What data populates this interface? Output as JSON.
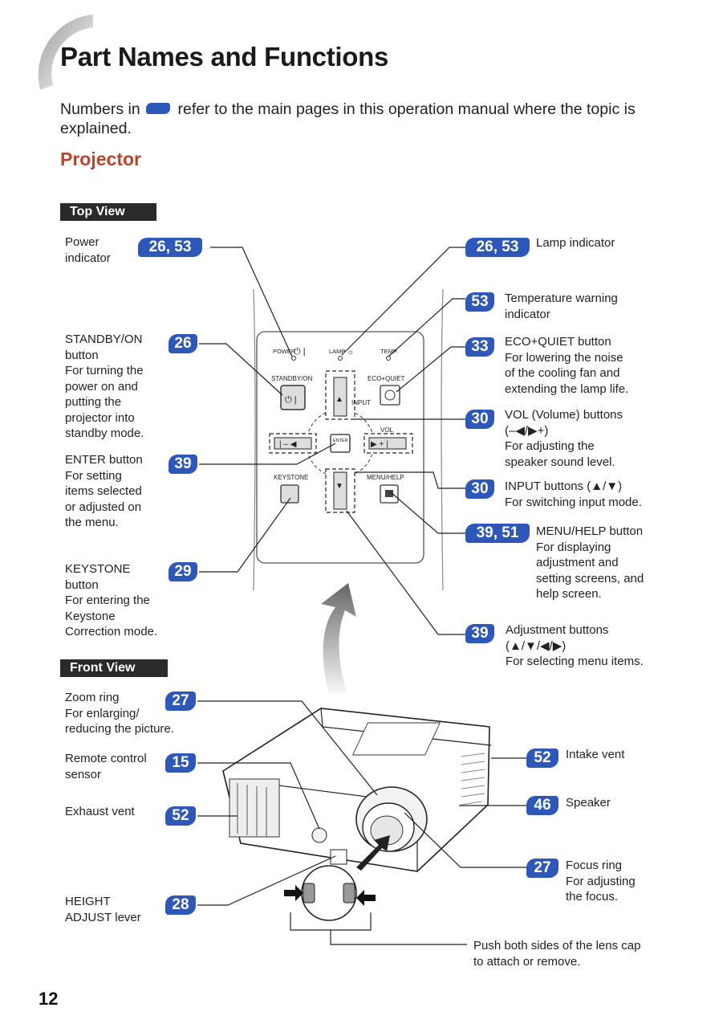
{
  "header": {
    "title": "Part Names and Functions",
    "intro_before": "Numbers in",
    "intro_after": "refer to the main pages in this operation manual where the topic is explained.",
    "section": "Projector"
  },
  "top_view": {
    "tag": "Top View",
    "panel": {
      "power": "POWER",
      "lamp": "LAMP",
      "temp": "TEMP.",
      "standby": "STANDBY/ON",
      "eco": "ECO+QUIET",
      "input": "INPUT",
      "vol": "VOL",
      "enter": "ENTER",
      "keystone": "KEYSTONE",
      "menu": "MENU/HELP"
    },
    "left": [
      {
        "badge": "26, 53",
        "name": "Power",
        "desc": "indicator"
      },
      {
        "badge": "26",
        "name": "STANDBY/ON",
        "desc": "button\nFor turning the\npower on and\nputting the\nprojector into\nstandby mode."
      },
      {
        "badge": "39",
        "name": "ENTER button",
        "desc": "For setting\nitems selected\nor adjusted on\nthe menu."
      },
      {
        "badge": "29",
        "name": "KEYSTONE",
        "desc": "button\nFor entering the\nKeystone\nCorrection mode."
      }
    ],
    "right": [
      {
        "badge": "26, 53",
        "name": "Lamp indicator",
        "desc": ""
      },
      {
        "badge": "53",
        "name": "Temperature warning",
        "desc": "indicator"
      },
      {
        "badge": "33",
        "name": "ECO+QUIET button",
        "desc": "For lowering the noise\nof the cooling fan and\nextending the lamp life."
      },
      {
        "badge": "30",
        "name": "VOL (Volume) buttons",
        "desc": "(–◀/▶+)\nFor adjusting the\nspeaker sound level."
      },
      {
        "badge": "30",
        "name": "INPUT buttons (▲/▼)",
        "desc": "For switching input mode."
      },
      {
        "badge": "39, 51",
        "name": "MENU/HELP button",
        "desc": "For displaying\nadjustment and\nsetting screens, and\nhelp screen."
      },
      {
        "badge": "39",
        "name": "Adjustment buttons",
        "desc": "(▲/▼/◀/▶)\nFor selecting menu items."
      }
    ]
  },
  "front_view": {
    "tag": "Front View",
    "left": [
      {
        "badge": "27",
        "name": "Zoom ring",
        "desc": "For enlarging/\nreducing the picture."
      },
      {
        "badge": "15",
        "name": "Remote control",
        "desc": "sensor"
      },
      {
        "badge": "52",
        "name": "Exhaust vent",
        "desc": ""
      },
      {
        "badge": "28",
        "name": "HEIGHT",
        "desc": "ADJUST lever"
      }
    ],
    "right": [
      {
        "badge": "52",
        "name": "Intake vent",
        "desc": ""
      },
      {
        "badge": "46",
        "name": "Speaker",
        "desc": ""
      },
      {
        "badge": "27",
        "name": "Focus ring",
        "desc": "For adjusting\nthe focus."
      }
    ],
    "lens_cap": "Push both sides of the lens cap\nto attach or remove."
  },
  "footer": {
    "page_number": "12"
  },
  "colors": {
    "badge": "#2d58b8",
    "section": "#b5462a",
    "tag": "#2a2a2a"
  }
}
